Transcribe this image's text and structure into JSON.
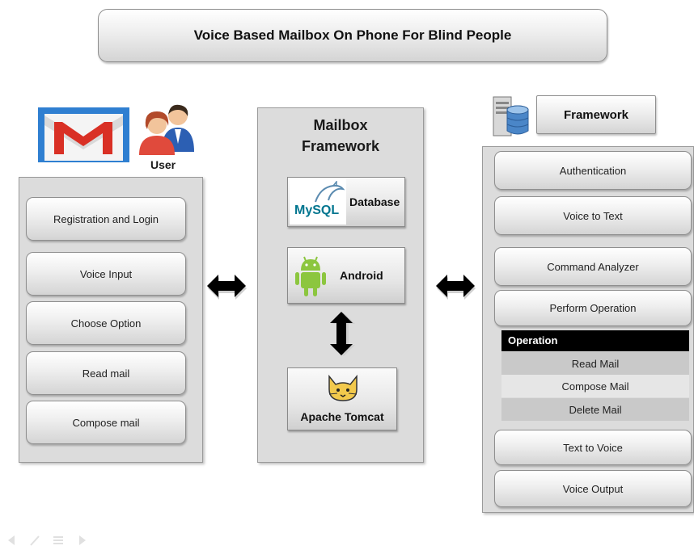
{
  "title": "Voice Based Mailbox On Phone For Blind People",
  "user": {
    "label": "User",
    "items": [
      "Registration and Login",
      "Voice Input",
      "Choose Option",
      "Read mail",
      "Compose mail"
    ]
  },
  "center": {
    "title_line1": "Mailbox",
    "title_line2": "Framework",
    "database": {
      "logo_text": "MySQL",
      "label": "Database"
    },
    "android": {
      "label": "Android"
    },
    "tomcat": {
      "label": "Apache Tomcat"
    }
  },
  "framework": {
    "header": "Framework",
    "items_top": [
      "Authentication",
      "Voice to Text",
      "Command Analyzer",
      "Perform Operation"
    ],
    "operation": {
      "header": "Operation",
      "rows": [
        "Read Mail",
        "Compose Mail",
        "Delete Mail"
      ]
    },
    "items_bottom": [
      "Text to Voice",
      "Voice Output"
    ]
  },
  "colors": {
    "gmail_red": "#d93025",
    "android_green": "#8cc63f",
    "operation_header_bg": "#000000"
  }
}
